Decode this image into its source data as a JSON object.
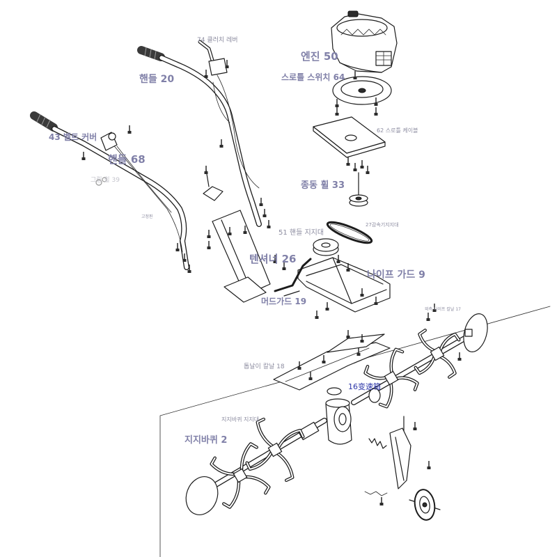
{
  "labels": {
    "clutch_lever": "74 클러치 레버",
    "engine": "엔진 50",
    "handle_right": "핸들 20",
    "throttle_switch": "스로틀 스위치 64",
    "throttle_cable": "62 스로틀 케이블",
    "belt_cover": "43 벨트 커버",
    "handle_left": "핸들 68",
    "grip_wheel": "그립 휠 39",
    "pin": "고정핀",
    "driven_wheel": "종동 휠 33",
    "reducer_support": "27감속기지지대",
    "handle_support": "51 핸들 지지대",
    "tensioner": "텐셔너 26",
    "knife_guard": "나이프 가드 9",
    "mudguard": "머드가드 19",
    "outer_blade": "외측 나이프 칼날 17",
    "saw_blade": "톱날이 칼날 18",
    "gearbox": "16变速箱",
    "support_wheel_bracket": "지지바퀴 지지대",
    "support_wheel": "지지바퀴 2"
  },
  "colors": {
    "label": "#8080a8",
    "small_label": "#8c8ca0",
    "gearbox_label": "#2b35a8",
    "line": "#1c1c1c",
    "background": "#ffffff"
  }
}
